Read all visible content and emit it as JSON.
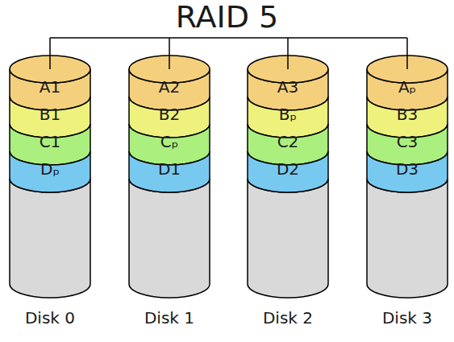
{
  "diagram": {
    "title": "RAID 5",
    "nodes": [
      {
        "text": [
          "Disk 0"
        ]
      },
      {
        "text": [
          "A1"
        ],
        "in": 0
      },
      {
        "text": [
          "B1"
        ],
        "in": 0
      },
      {
        "text": [
          "C1"
        ],
        "in": 0
      },
      {
        "text": [
          "Dₚ"
        ],
        "in": 0
      },
      {
        "text": [
          "Disk 1"
        ]
      },
      {
        "text": [
          "A2"
        ],
        "in": 5
      },
      {
        "text": [
          "B2"
        ],
        "in": 5
      },
      {
        "text": [
          "Cₚ"
        ],
        "in": 5
      },
      {
        "text": [
          "D1"
        ],
        "in": 5
      },
      {
        "text": [
          "Disk 2"
        ]
      },
      {
        "text": [
          "A3"
        ],
        "in": 10
      },
      {
        "text": [
          "Bₚ"
        ],
        "in": 10
      },
      {
        "text": [
          "C2"
        ],
        "in": 10
      },
      {
        "text": [
          "D2"
        ],
        "in": 10
      },
      {
        "text": [
          "Disk 3"
        ]
      },
      {
        "text": [
          "Aₚ"
        ],
        "in": 15
      },
      {
        "text": [
          "B3"
        ],
        "in": 15
      },
      {
        "text": [
          "C3"
        ],
        "in": 15
      },
      {
        "text": [
          "D3"
        ],
        "in": 15
      }
    ]
  }
}
